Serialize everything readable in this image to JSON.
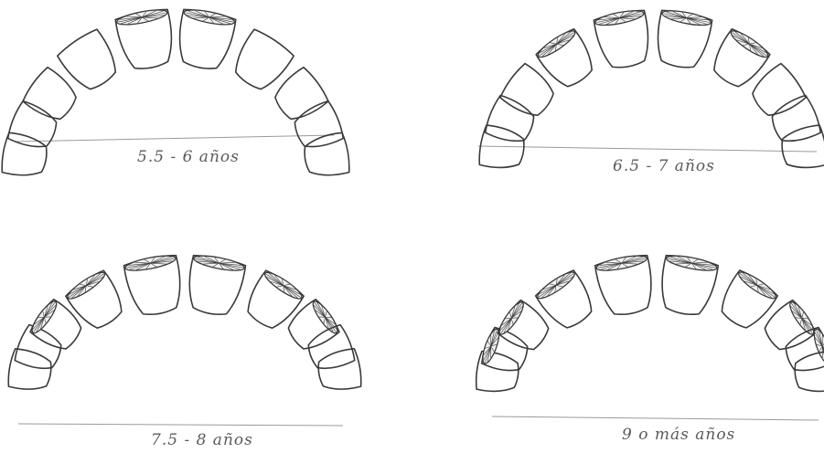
{
  "diagrams": [
    {
      "label": "5.5 - 6 años",
      "incisal_edges_visible": [
        "central-left",
        "central-right"
      ]
    },
    {
      "label": "6.5 - 7 años",
      "incisal_edges_visible": [
        "lateral-left",
        "central-left",
        "central-right",
        "lateral-right"
      ]
    },
    {
      "label": "7.5 - 8 años",
      "incisal_edges_visible": [
        "canine-left",
        "lateral-left",
        "central-left",
        "central-right",
        "lateral-right",
        "canine-right"
      ]
    },
    {
      "label": "9 o más años",
      "incisal_edges_visible": [
        "premolar-left",
        "canine-left",
        "lateral-left",
        "central-left",
        "central-right",
        "lateral-right",
        "canine-right",
        "premolar-right"
      ]
    }
  ],
  "colors": {
    "stroke": "#3a3a3a",
    "label": "#5a5a5a",
    "baseline": "#9a9a9a"
  }
}
